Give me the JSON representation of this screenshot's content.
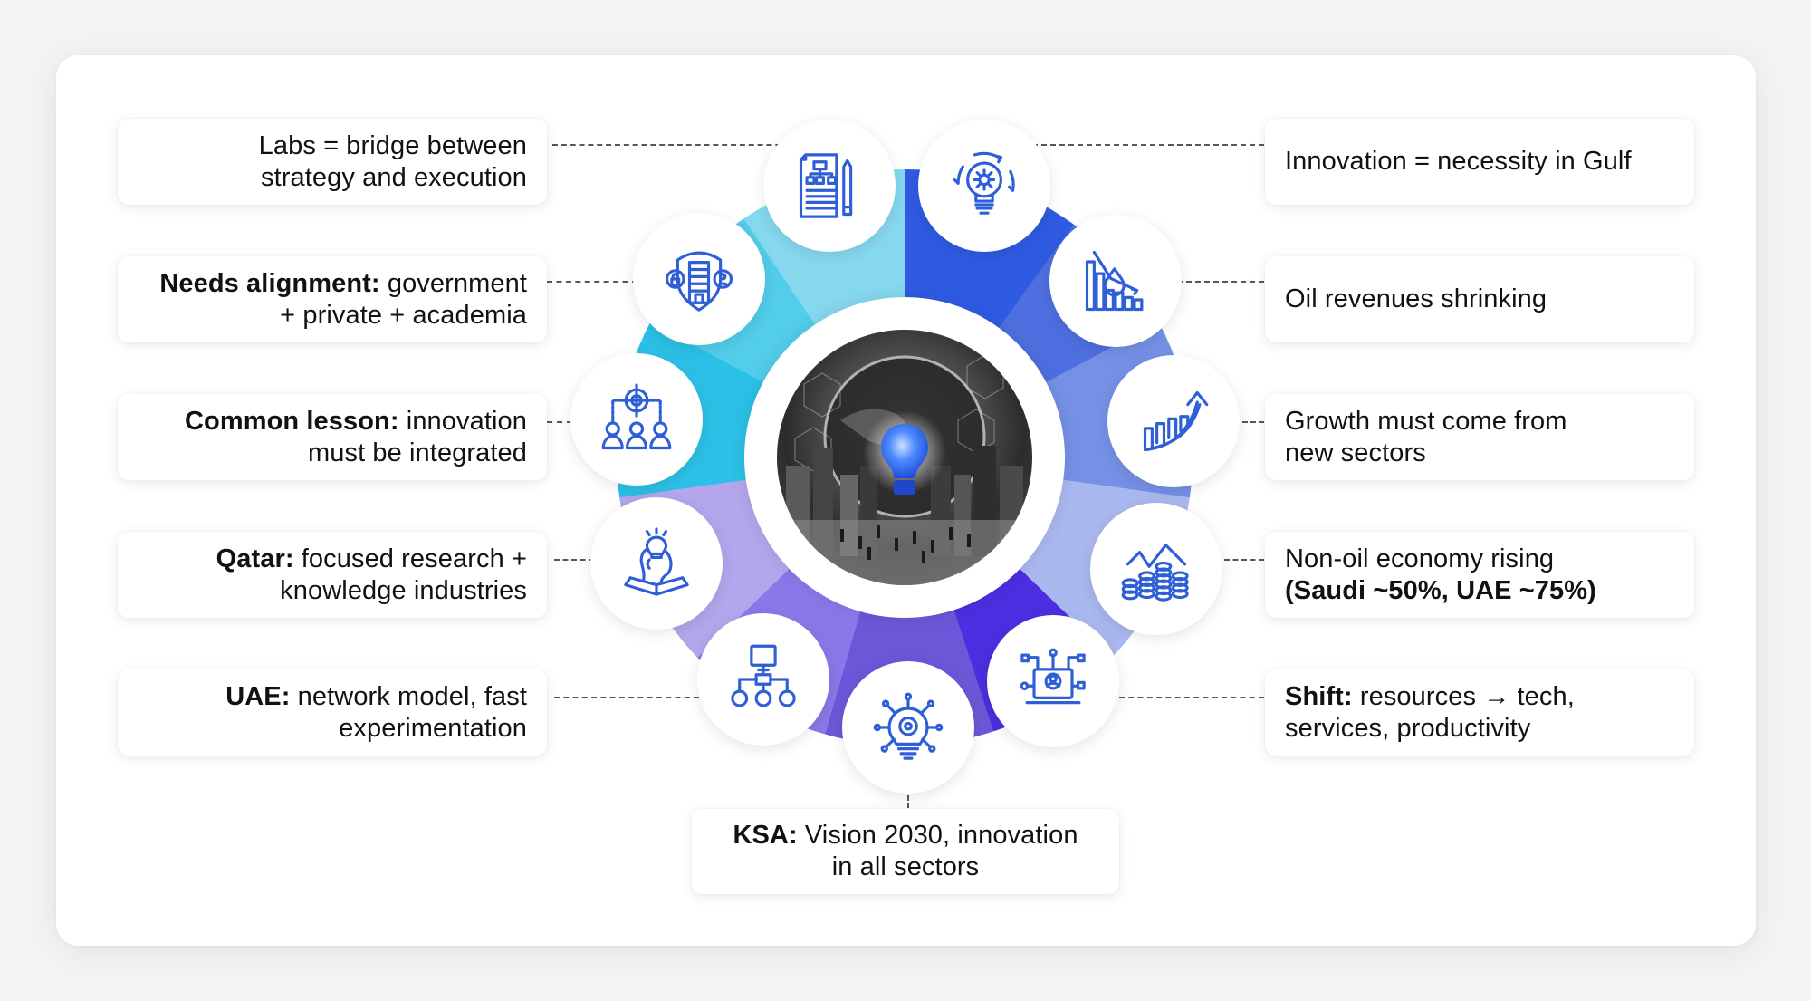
{
  "colors": {
    "icon_stroke": "#2f5fd6",
    "segments": [
      "#2f5be3",
      "#4f6fe0",
      "#7590e6",
      "#a9b8ee",
      "#4b2fe0",
      "#6a58d8",
      "#8a78e8",
      "#b3a6ec",
      "#2cc0e6",
      "#52cdea",
      "#86d8ee"
    ],
    "center_bulb": "#3d7bff"
  },
  "center": {
    "image_description": "grayscale city skyline and globe with network graphics, crowd of people walking, glowing blue lightbulb in center",
    "icon": "lightbulb-city-icon"
  },
  "left_items": [
    {
      "bold": "",
      "text": "Labs = bridge between strategy and execution",
      "line1": "Labs = bridge between",
      "line2": "strategy and execution",
      "icon": "org-chart-document-icon"
    },
    {
      "bold": "Needs alignment:",
      "text": "government + private + academia",
      "line1_rest": " government",
      "line2": "+ private + academia",
      "icon": "shield-building-icon"
    },
    {
      "bold": "Common lesson:",
      "text": "innovation must be integrated",
      "line1_rest": " innovation",
      "line2": "must be integrated",
      "icon": "target-team-icon"
    },
    {
      "bold": "Qatar:",
      "text": "focused research + knowledge industries",
      "line1_rest": " focused research +",
      "line2": "knowledge industries",
      "icon": "head-book-idea-icon"
    },
    {
      "bold": "UAE:",
      "text": "network model, fast experimentation",
      "line1_rest": " network model, fast",
      "line2": "experimentation",
      "icon": "network-hierarchy-icon"
    }
  ],
  "right_items": [
    {
      "bold": "",
      "text": "Innovation = necessity in Gulf",
      "line1": "Innovation = necessity in Gulf",
      "line2": "",
      "icon": "gear-lightbulb-cycle-icon"
    },
    {
      "bold": "",
      "text": "Oil revenues shrinking",
      "line1": "Oil revenues shrinking",
      "line2": "",
      "icon": "oil-drop-declining-chart-icon"
    },
    {
      "bold": "",
      "text": "Growth must come from new sectors",
      "line1": "Growth must come from",
      "line2": "new sectors",
      "icon": "growth-chart-arrow-icon"
    },
    {
      "bold": "(Saudi ~50%, UAE ~75%)",
      "text": "Non-oil economy rising",
      "line1": "Non-oil economy rising",
      "line2_bold": "(Saudi ~50%, UAE ~75%)",
      "icon": "coins-rising-chart-icon"
    },
    {
      "bold": "Shift:",
      "text": "resources → tech, services, productivity",
      "line1_rest": " resources → tech,",
      "line2": "services, productivity",
      "icon": "laptop-user-network-icon"
    }
  ],
  "bottom_item": {
    "bold": "KSA:",
    "text": "Vision 2030, innovation in all sectors",
    "line1_rest": " Vision 2030, innovation",
    "line2": "in all sectors",
    "icon": "lightbulb-gear-network-icon"
  }
}
